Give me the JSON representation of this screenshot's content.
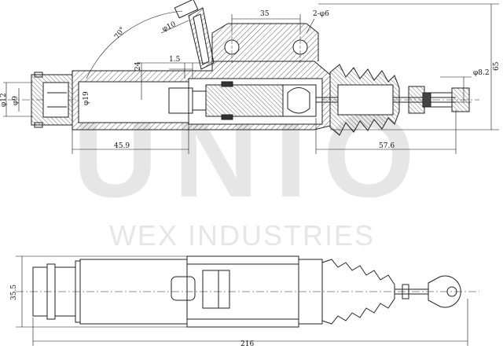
{
  "watermark": {
    "big": "UNIO",
    "small": "WEX INDUSTRIES"
  },
  "dimensions": {
    "d10": "φ10",
    "d35": "35",
    "d2x6": "2-φ6",
    "angle70": "70°",
    "d24": "24",
    "d1_5": "1.5",
    "d65": "65",
    "d8_2": "φ8.2",
    "d12": "φ12",
    "d9": "φ9",
    "d19": "φ19",
    "d45_9": "45.9",
    "d57_6": "57.6",
    "d35_5": "35.5",
    "d216": "216"
  }
}
